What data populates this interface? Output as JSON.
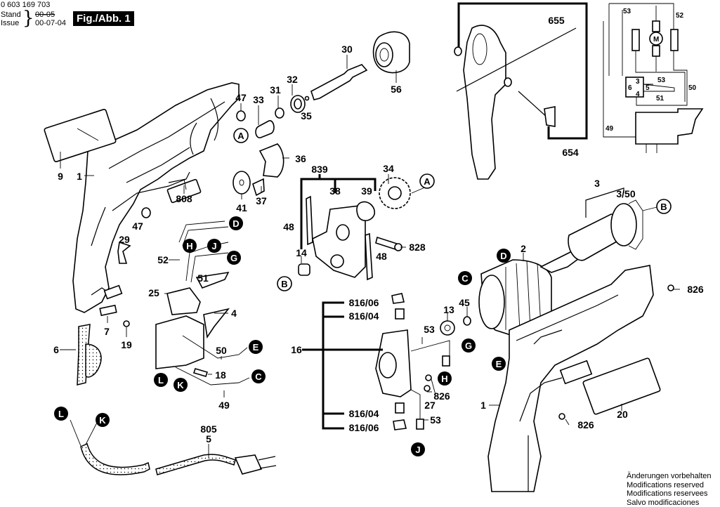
{
  "header": {
    "doc_number": "0 603 169 703",
    "stand_label": "Stand",
    "issue_label": "Issue",
    "stand_old": "00-05",
    "issue_date": "00-07-04",
    "figure_label": "Fig./Abb. 1"
  },
  "footer": {
    "lines": [
      "Änderungen vorbehalten",
      "Modifications reserved",
      "Modifications reservees",
      "Salvo modificaciones"
    ]
  },
  "callouts_open": {
    "A1": "A",
    "A2": "A",
    "B1": "B",
    "B2": "B"
  },
  "callouts_filled": {
    "D1": "D",
    "D2": "D",
    "H1": "H",
    "H2": "H",
    "J1": "J",
    "J2": "J",
    "G1": "G",
    "G2": "G",
    "E1": "E",
    "E2": "E",
    "C1": "C",
    "C2": "C",
    "L1": "L",
    "L2": "L",
    "K1": "K",
    "K2": "K"
  },
  "parts": {
    "p1a": "1",
    "p1b": "1",
    "p2": "2",
    "p3": "3",
    "p3_50": "3/50",
    "p4": "4",
    "p5": "5",
    "p6": "6",
    "p7": "7",
    "p9": "9",
    "p13": "13",
    "p14": "14",
    "p16": "16",
    "p18": "18",
    "p19": "19",
    "p20": "20",
    "p25": "25",
    "p27": "27",
    "p29": "29",
    "p30": "30",
    "p31": "31",
    "p32": "32",
    "p33": "33",
    "p34": "34",
    "p35": "35",
    "p36": "36",
    "p37": "37",
    "p38": "38",
    "p39": "39",
    "p41": "41",
    "p45": "45",
    "p47a": "47",
    "p47b": "47",
    "p48a": "48",
    "p48b": "48",
    "p49": "49",
    "p50": "50",
    "p51": "51",
    "p52": "52",
    "p53a": "53",
    "p53b": "53",
    "p56": "56",
    "p654": "654",
    "p655": "655",
    "p805": "805",
    "p808": "808",
    "p816_06a": "816/06",
    "p816_04a": "816/04",
    "p816_04b": "816/04",
    "p816_06b": "816/06",
    "p826a": "826",
    "p826b": "826",
    "p826c": "826",
    "p828": "828",
    "p839": "839"
  },
  "schematic": {
    "motor": "M",
    "wires": {
      "w53a": "53",
      "w52": "52",
      "w53b": "53",
      "w50": "50",
      "w51": "51",
      "w49": "49"
    },
    "switch_terminals": {
      "t3": "3",
      "t6": "6",
      "t5": "5",
      "t4": "4"
    }
  }
}
